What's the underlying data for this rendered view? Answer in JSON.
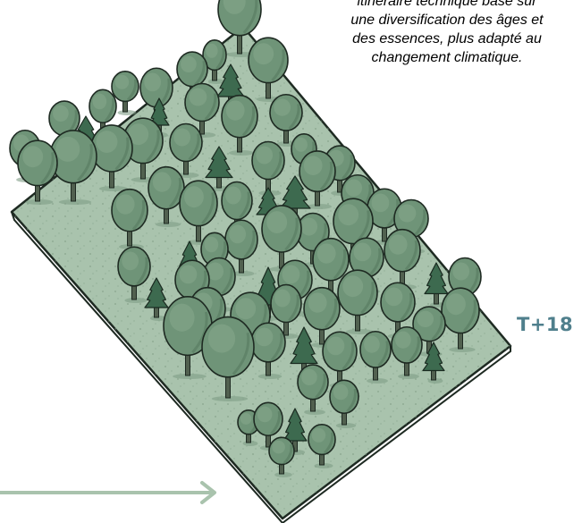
{
  "caption": {
    "lines": [
      "itinéraire technique basé sur",
      "une diversification des âges et",
      "des essences, plus adapté au",
      "changement climatique."
    ]
  },
  "time_label": "T+18",
  "colors": {
    "ground": "#a9c3ad",
    "tree_canopy": "#6f9478",
    "conifer": "#3d6a4f",
    "arrow": "#a9c3ad",
    "label": "#4f7f8c"
  },
  "icons": {
    "arrow": "arrow-right-icon"
  }
}
